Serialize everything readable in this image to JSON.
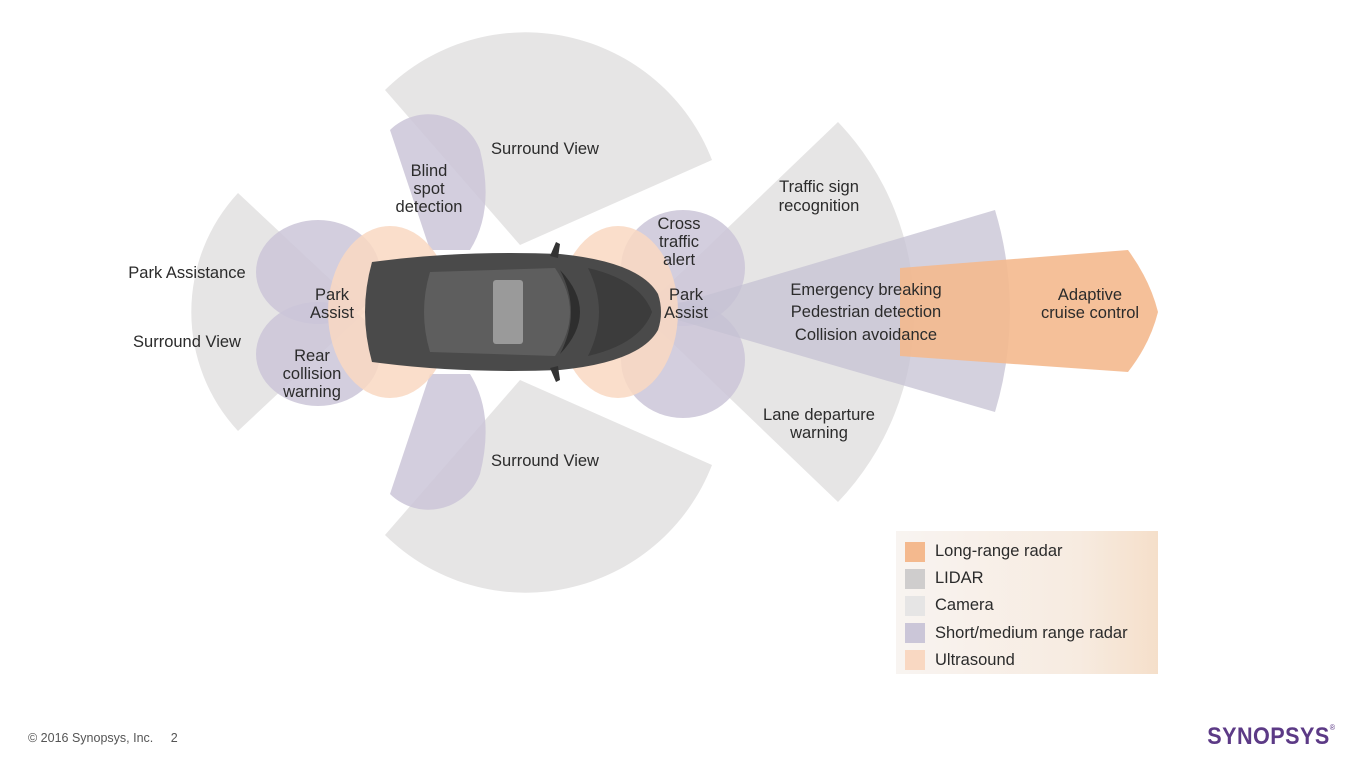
{
  "zones": {
    "surround_view_top": "Surround View",
    "surround_view_bottom": "Surround View",
    "surround_view_rear": "Surround View",
    "park_assistance": "Park Assistance",
    "blind_spot": [
      "Blind",
      "spot",
      "detection"
    ],
    "park_assist_rear": [
      "Park",
      "Assist"
    ],
    "rear_collision": [
      "Rear",
      "collision",
      "warning"
    ],
    "cross_traffic": [
      "Cross",
      "traffic",
      "alert"
    ],
    "park_assist_front": [
      "Park",
      "Assist"
    ],
    "traffic_sign": [
      "Traffic sign",
      "recognition"
    ],
    "emergency": [
      "Emergency breaking",
      "Pedestrian detection",
      "Collision avoidance"
    ],
    "adaptive_cruise": [
      "Adaptive",
      "cruise control"
    ],
    "lane_departure": [
      "Lane departure",
      "warning"
    ]
  },
  "legend": [
    {
      "label": "Long-range radar",
      "color": "#f4b98e"
    },
    {
      "label": "LIDAR",
      "color": "#cfcdcd"
    },
    {
      "label": "Camera",
      "color": "#e6e5e5"
    },
    {
      "label": "Short/medium range radar",
      "color": "#cbc6d8"
    },
    {
      "label": "Ultrasound",
      "color": "#f9d8c2"
    }
  ],
  "colors": {
    "camera": "#e6e5e5",
    "short_medium_radar": "#cbc6d8",
    "long_range_radar": "#f4b98e",
    "ultrasound": "#f9d8c2",
    "lidar": "#cfcdcd",
    "brand": "#5c3a86"
  },
  "footer": {
    "copyright": "© 2016 Synopsys, Inc.",
    "page": "2"
  },
  "brand": {
    "logo_text": "SYNOPSYS",
    "mark": "®"
  }
}
